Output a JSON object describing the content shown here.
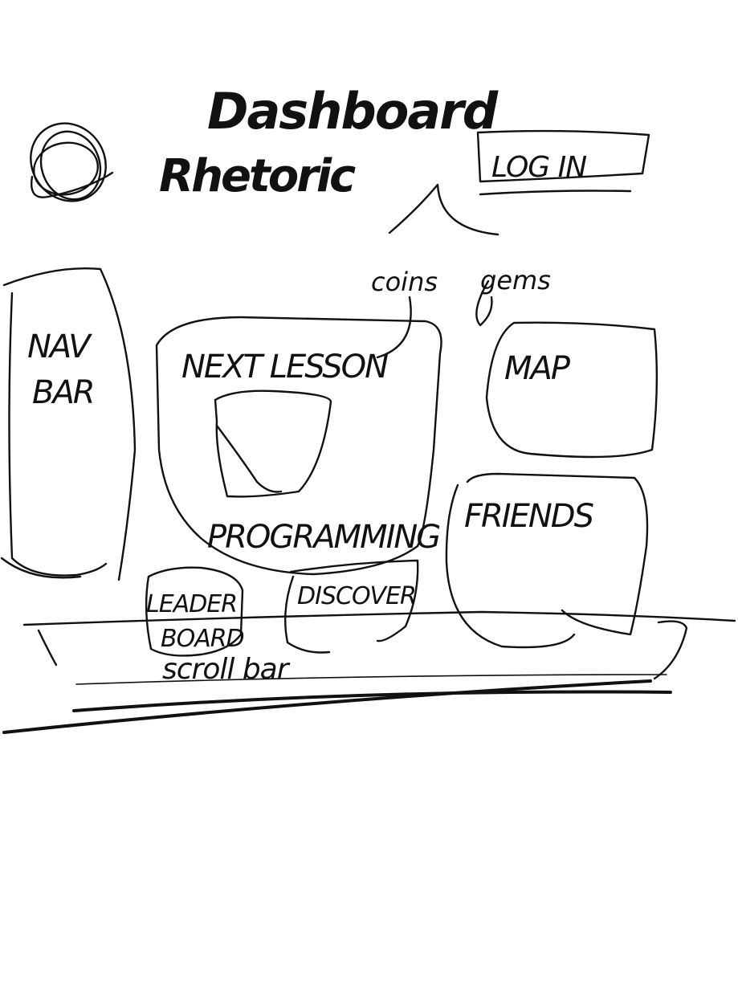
{
  "header": {
    "title": "Dashboard",
    "brand": "Rhetoric",
    "login_label": "LOG IN"
  },
  "annotations": {
    "coins": "coins",
    "gems": "gems"
  },
  "nav": {
    "label_line1": "NAV",
    "label_line2": "BAR"
  },
  "cards": {
    "next_lesson": "NEXT LESSON",
    "progress": "PROGRAMMING",
    "map": "MAP",
    "friends": "FRIENDS",
    "leaderboard_line1": "LEADER",
    "leaderboard_line2": "BOARD",
    "discover": "DISCOVER"
  },
  "bottom_bar": {
    "label": "scroll bar"
  }
}
